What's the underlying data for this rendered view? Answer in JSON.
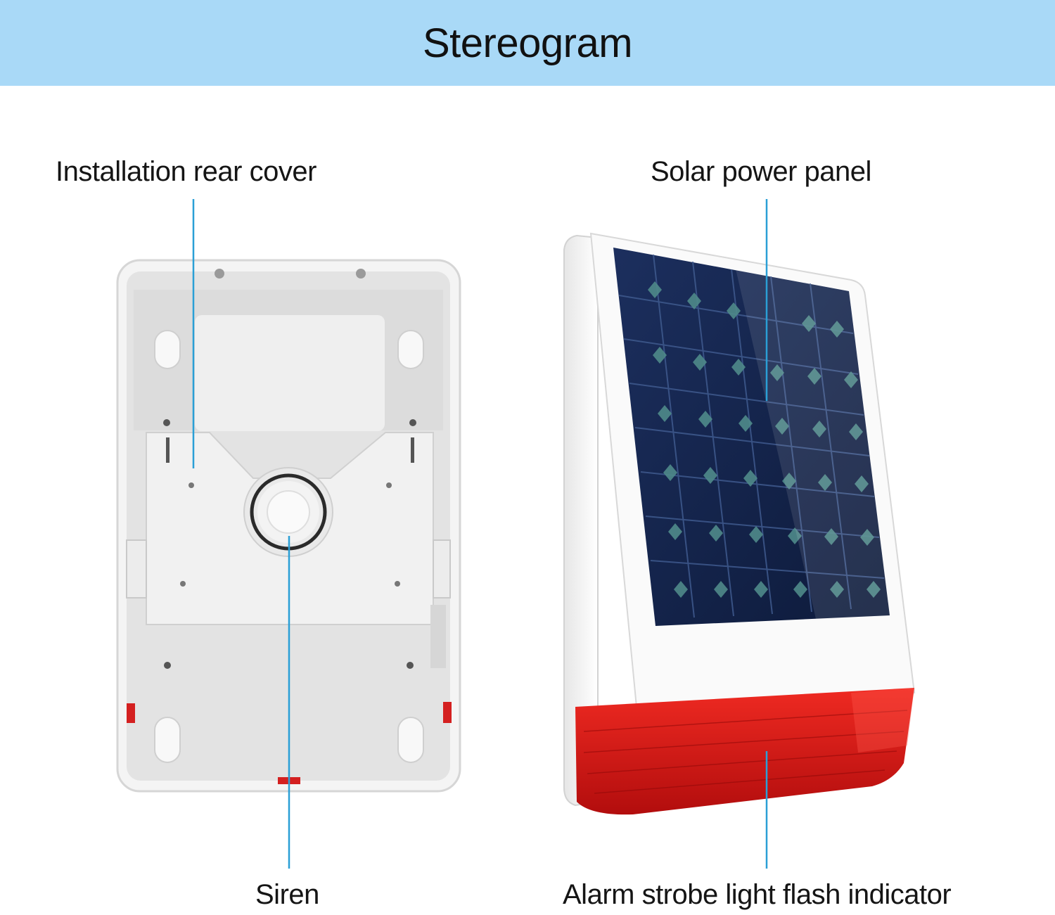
{
  "header": {
    "title": "Stereogram"
  },
  "labels": {
    "rear_cover": "Installation rear cover",
    "solar_panel": "Solar power panel",
    "siren": "Siren",
    "strobe": "Alarm strobe light flash indicator"
  },
  "colors": {
    "header_bg": "#a9d9f7",
    "leader_line": "#2a9fd6",
    "solar_cell": "#14234a",
    "strobe_red": "#d81414"
  }
}
